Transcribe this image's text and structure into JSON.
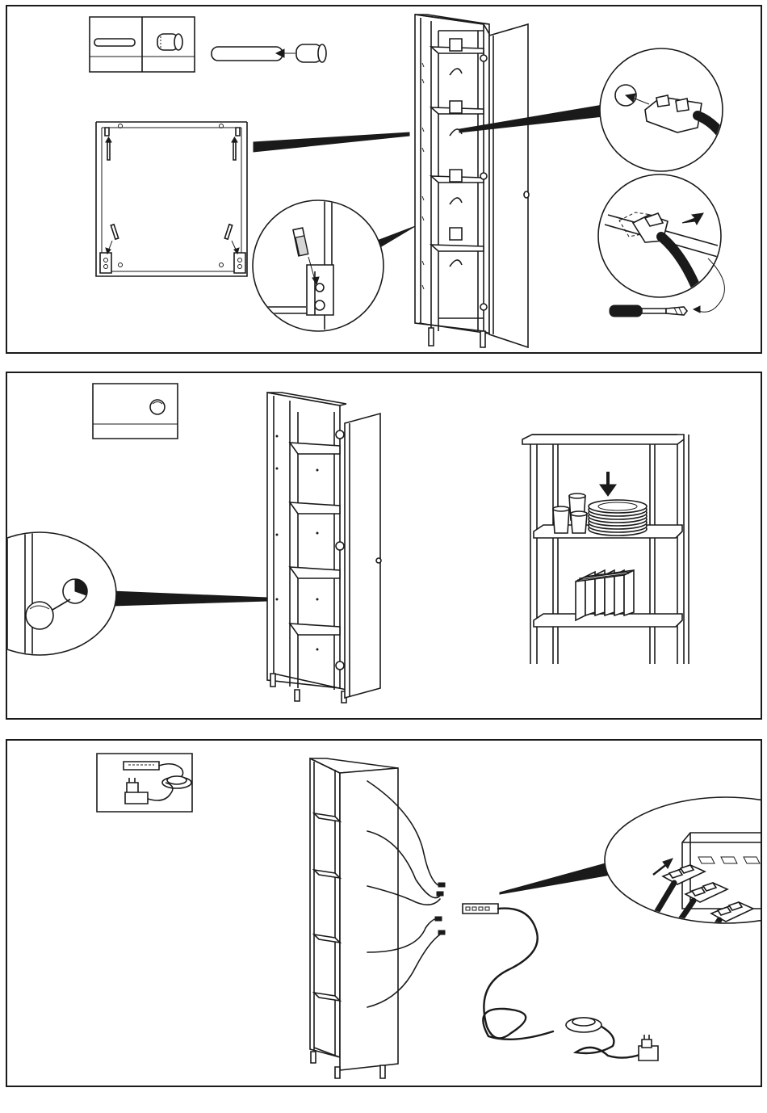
{
  "document": {
    "type": "assembly-instructions",
    "steps": [
      {
        "id": "step-shelf-lighting",
        "parts": [
          "dowel",
          "shelf-pin-socket"
        ],
        "icons": [
          "arrow-icon",
          "screwdriver-icon",
          "led-clip-icon"
        ]
      },
      {
        "id": "step-knob-and-loading",
        "parts": [
          "door-knob"
        ],
        "icons": [
          "down-arrow-icon",
          "plates-icon",
          "glasses-icon",
          "books-icon"
        ]
      },
      {
        "id": "step-wiring",
        "parts": [
          "distributor",
          "foot-switch",
          "power-adapter"
        ],
        "icons": [
          "plug-icon",
          "cable-icon"
        ]
      }
    ]
  },
  "colors": {
    "ink": "#1a1a1a",
    "paper": "#ffffff",
    "shade": "#d6d6d6"
  }
}
